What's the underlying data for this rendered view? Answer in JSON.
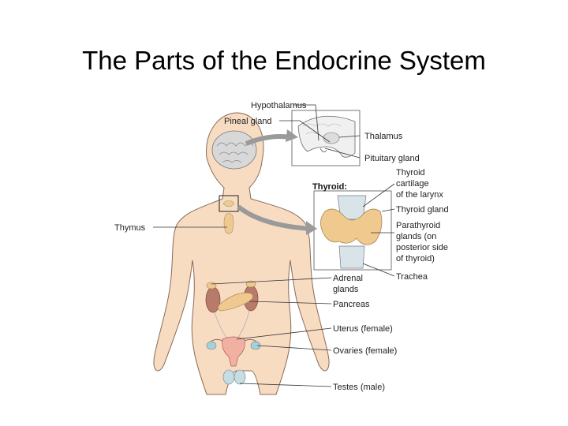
{
  "title": "The Parts of the Endocrine System",
  "labels": {
    "hypothalamus": "Hypothalamus",
    "pineal": "Pineal gland",
    "thalamus": "Thalamus",
    "pituitary": "Pituitary gland",
    "thyroid_heading": "Thyroid:",
    "thyroid_cartilage": [
      "Thyroid",
      "cartilage",
      "of the larynx"
    ],
    "thyroid_gland": "Thyroid gland",
    "parathyroid": [
      "Parathyroid",
      "glands (on",
      "posterior side",
      "of thyroid)"
    ],
    "trachea": "Trachea",
    "thymus": "Thymus",
    "adrenal": [
      "Adrenal",
      "glands"
    ],
    "pancreas": "Pancreas",
    "uterus": "Uterus (female)",
    "ovaries": "Ovaries (female)",
    "testes": "Testes (male)"
  },
  "colors": {
    "skin": "#f8dcc2",
    "skin_outline": "#8a6a55",
    "gland": "#f0c98e",
    "kidney": "#b87a6a",
    "uterus": "#f2b0a0",
    "arrow": "#9a9a9a"
  }
}
